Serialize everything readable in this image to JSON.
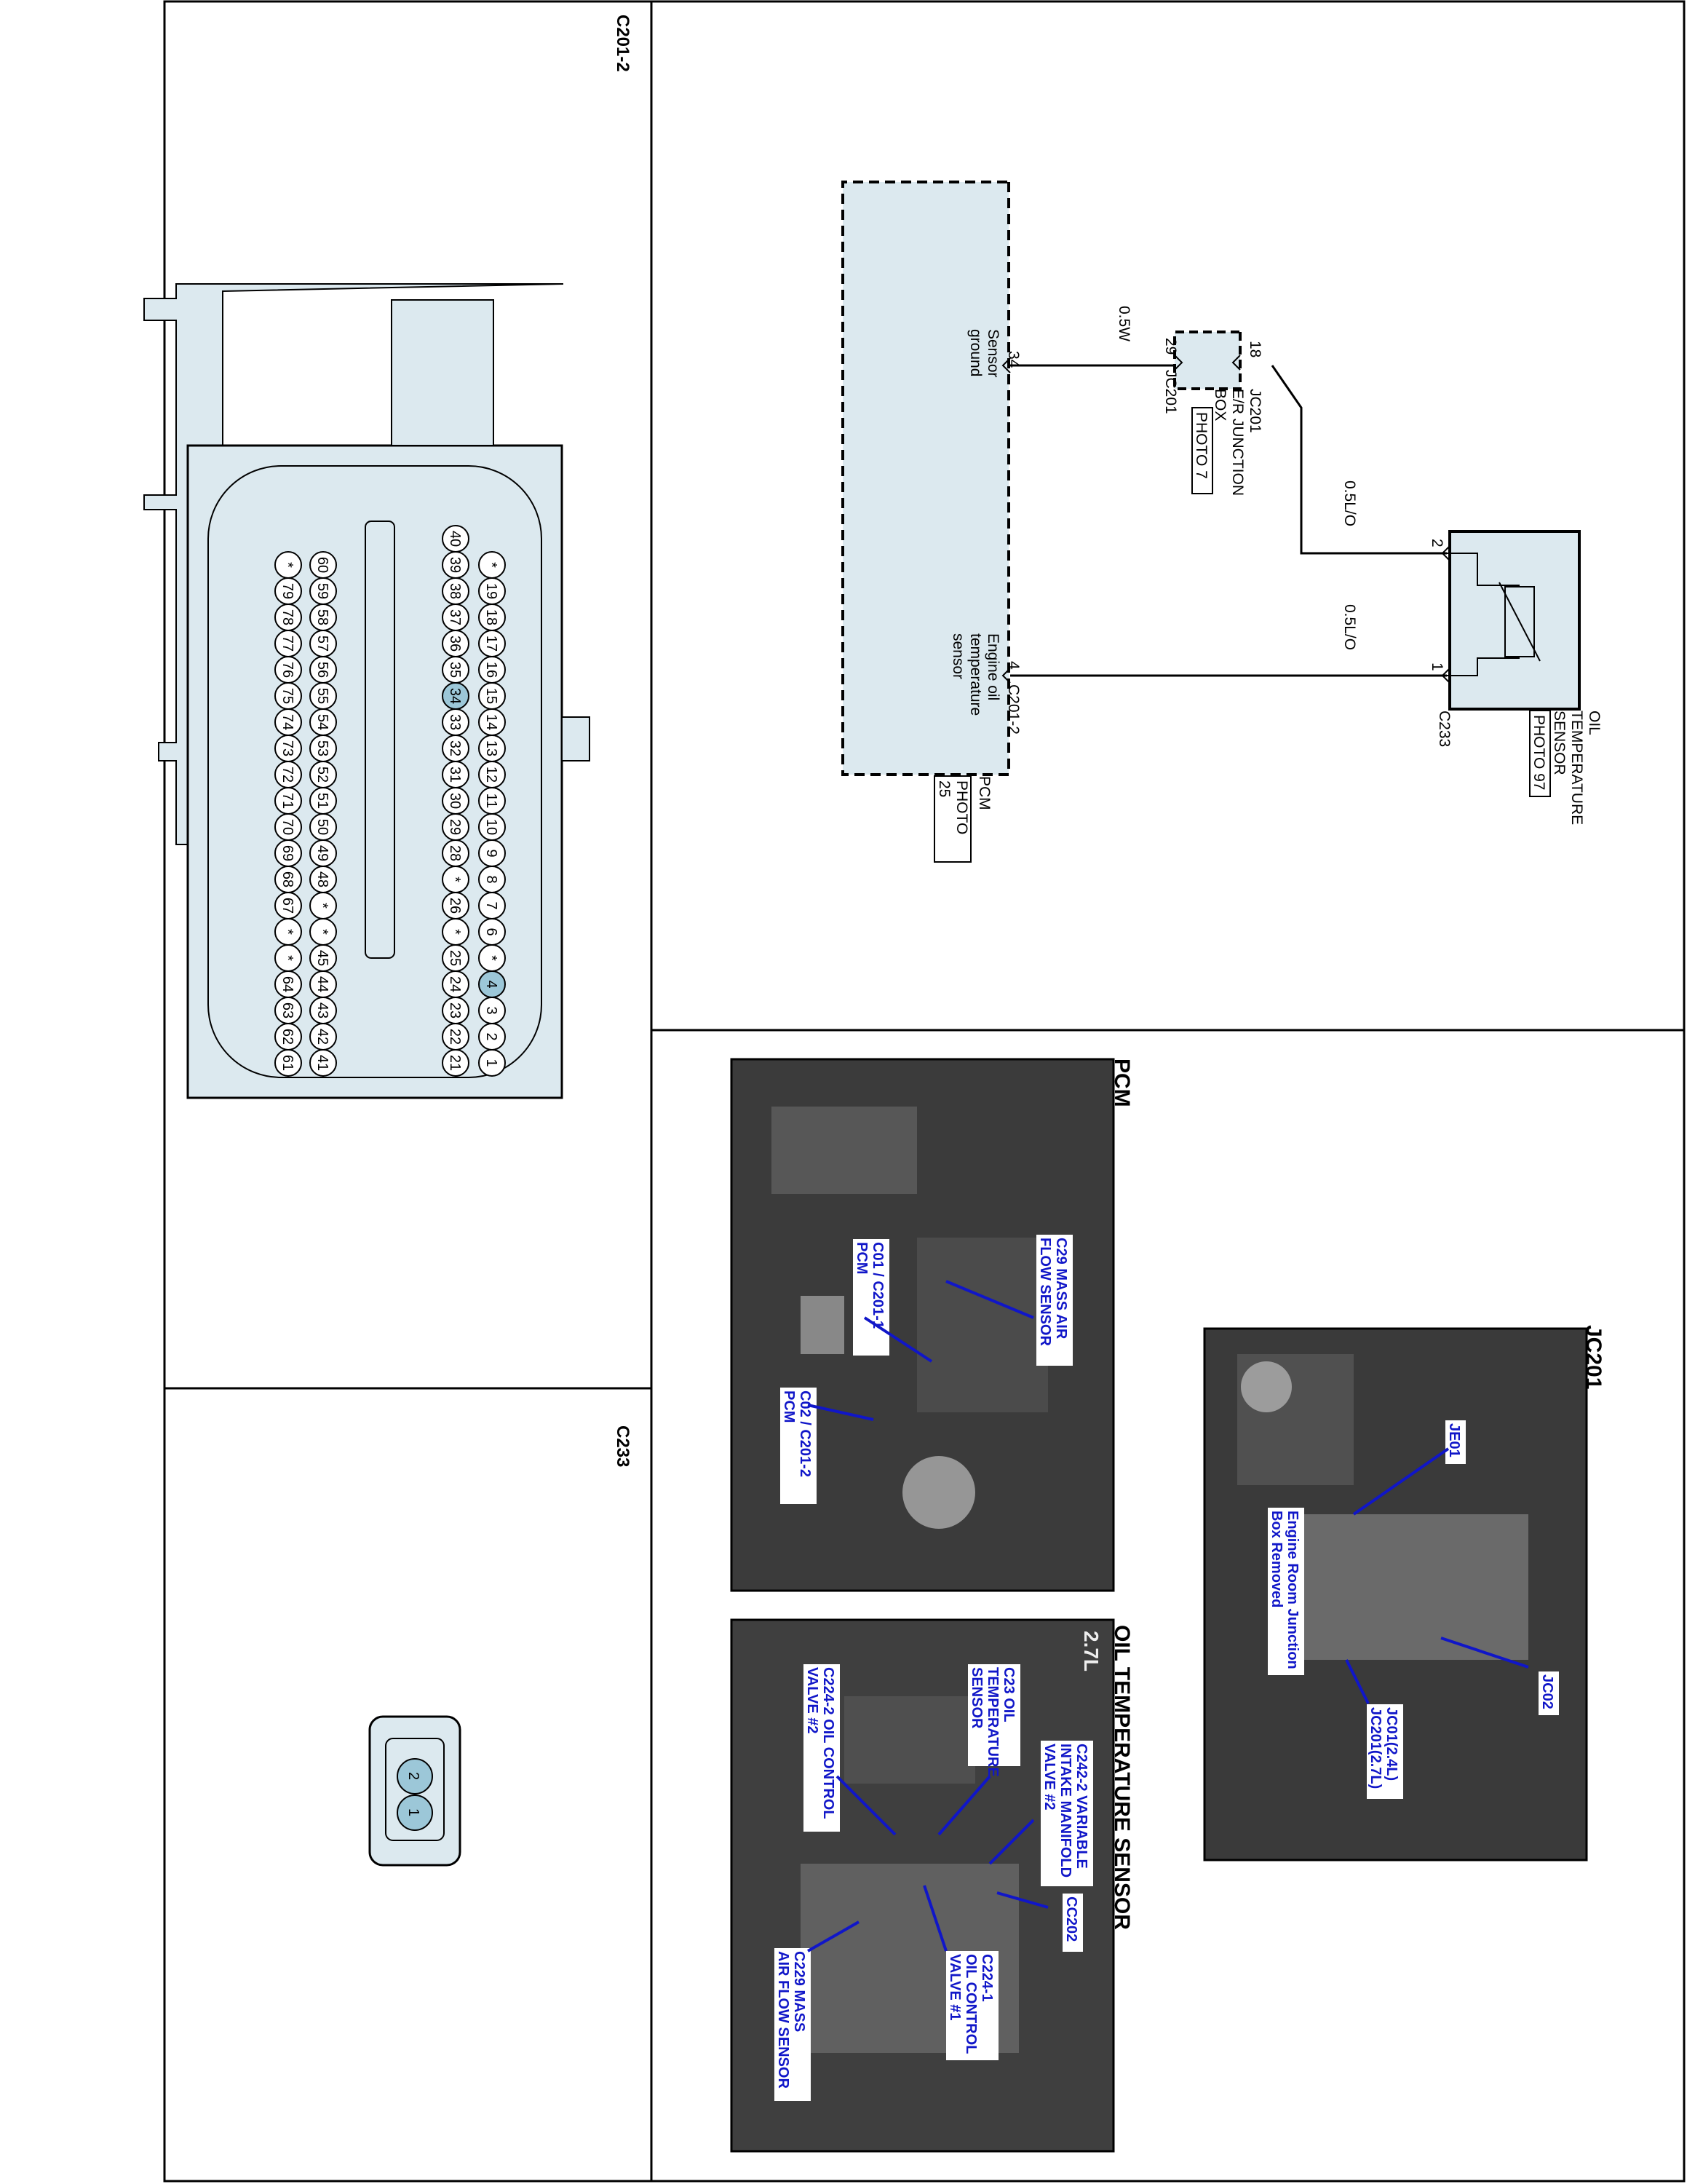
{
  "headings": {
    "c201_2": "C201-2",
    "c233": "C233",
    "pcm_photo": "PCM",
    "jc201_photo": "JC201",
    "oil_photo": "OIL TEMPERATURE SENSOR"
  },
  "schematic": {
    "oil_sensor": {
      "name_lines": [
        "OIL",
        "TEMPERATURE",
        "SENSOR"
      ],
      "photo_ref": "PHOTO 97",
      "connector": "C233",
      "pin_2": "2",
      "pin_1": "1"
    },
    "jc201_box": {
      "name_lines": [
        "JC201",
        "E/R JUNCTION",
        "BOX"
      ],
      "photo_ref": "PHOTO 7",
      "pin_18": "18",
      "pin_29": "29",
      "bottom_label": "JC201"
    },
    "wires": {
      "upper_o": "0.5L/O",
      "lower_o": "0.5L/O",
      "w": "0.5W"
    },
    "pcm": {
      "name": "PCM",
      "photo_ref_lines": [
        "PHOTO",
        "25"
      ],
      "connector": "C201-2",
      "pin_34": "34",
      "pin_4": "4",
      "sensor_ground": [
        "Sensor",
        "ground"
      ],
      "engine_oil": [
        "Engine oil",
        "temperature",
        "sensor"
      ]
    }
  },
  "c201_2_pins": {
    "row1": [
      "*",
      "19",
      "18",
      "17",
      "16",
      "15",
      "14",
      "13",
      "12",
      "11",
      "10",
      "9",
      "8",
      "7",
      "6",
      "*",
      "4",
      "3",
      "2",
      "1"
    ],
    "row2": [
      "40",
      "39",
      "38",
      "37",
      "36",
      "35",
      "34",
      "33",
      "32",
      "31",
      "30",
      "29",
      "28",
      "*",
      "26",
      "*",
      "25",
      "24",
      "23",
      "22",
      "21"
    ],
    "row3": [
      "60",
      "59",
      "58",
      "57",
      "56",
      "55",
      "54",
      "53",
      "52",
      "51",
      "50",
      "49",
      "48",
      "*",
      "*",
      "45",
      "44",
      "43",
      "42",
      "41"
    ],
    "row4": [
      "*",
      "79",
      "78",
      "77",
      "76",
      "75",
      "74",
      "73",
      "72",
      "71",
      "70",
      "69",
      "68",
      "67",
      "*",
      "*",
      "64",
      "63",
      "62",
      "61"
    ],
    "highlighted": [
      "4",
      "34"
    ],
    "highlight_color": "#9cc7d8"
  },
  "c233_pins": [
    "2",
    "1"
  ],
  "photo_labels": {
    "pcm": {
      "c29": [
        "C29 MASS AIR",
        "FLOW SENSOR"
      ],
      "c01": [
        "C01 / C201-1",
        "PCM"
      ],
      "c02": [
        "C02 / C201-2",
        "PCM"
      ]
    },
    "jc201": {
      "je01": "JE01",
      "engine_room": [
        "Engine Room Junction",
        "Box Removed"
      ],
      "jc02": "JC02",
      "jc01": [
        "JC01(2.4L)",
        "JC201(2.7L)"
      ]
    },
    "oil": {
      "c242": [
        "C242-2 VARIABLE",
        "INTAKE MANIFOLD",
        "VALVE #2"
      ],
      "c23": [
        "C23 OIL",
        "TEMPERATURE",
        "SENSOR"
      ],
      "c224_2": [
        "C224-2 OIL CONTROL",
        "VALVE #2"
      ],
      "cc202": "CC202",
      "c224_1": [
        "C224-1",
        "OIL CONTROL",
        "VALVE #1"
      ],
      "c229": [
        "C229 MASS",
        "AIR FLOW SENSOR"
      ],
      "engine_text": "2.7L"
    }
  },
  "colors": {
    "panel_fill": "#dce9ef",
    "wire": "#000000",
    "label_blue": "#1016c8"
  }
}
